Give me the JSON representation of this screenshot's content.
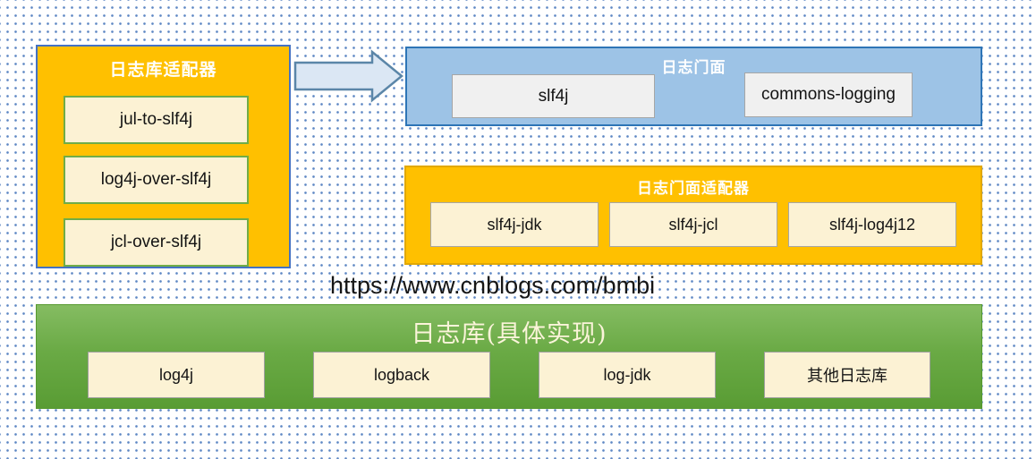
{
  "page": {
    "url_text": "https://www.cnblogs.com/bmbi"
  },
  "diagram": {
    "library_adapters": {
      "title": "日志库适配器",
      "items": [
        "jul-to-slf4j",
        "log4j-over-slf4j",
        "jcl-over-slf4j"
      ]
    },
    "facade": {
      "title": "日志门面",
      "items": [
        "slf4j",
        "commons-logging"
      ]
    },
    "facade_adapters": {
      "title": "日志门面适配器",
      "items": [
        "slf4j-jdk",
        "slf4j-jcl",
        "slf4j-log4j12"
      ]
    },
    "implementations": {
      "title": "日志库(具体实现)",
      "items": [
        "log4j",
        "logback",
        "log-jdk",
        "其他日志库"
      ]
    }
  },
  "colors": {
    "orange": "#FFC000",
    "orange_border_blue": "#4472C4",
    "facade_blue": "#9DC3E6",
    "facade_border": "#2E75B6",
    "cream": "#FCF2D4",
    "cream_border_green": "#70AD47",
    "cream_border_gray": "#A6A6A6",
    "gray_fill": "#F0F0F0",
    "green_top": "#85BC62",
    "green_bottom": "#599C34",
    "arrow_fill": "#DBE7F4",
    "arrow_stroke": "#5B86A8",
    "background_dot": "#5E88C4"
  }
}
